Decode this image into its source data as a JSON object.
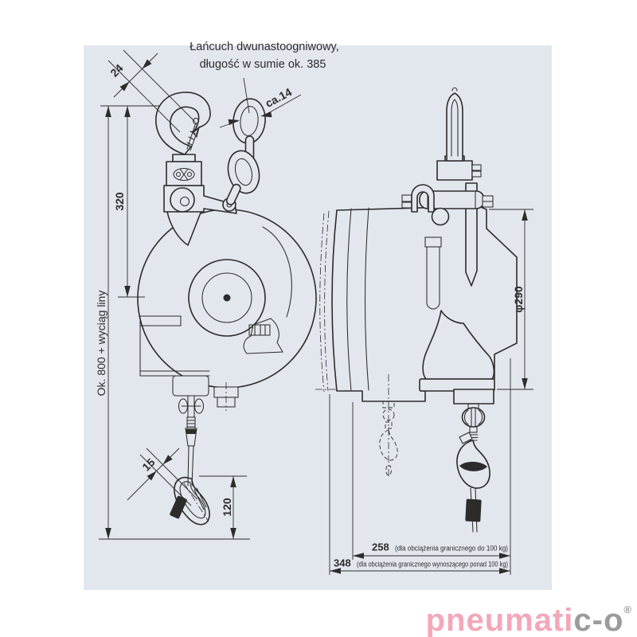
{
  "colors": {
    "page-bg": "#ffffff",
    "panel-bg": "#e2e7ee",
    "line": "#2c2c2c",
    "logo-pink": "#f4a7ba",
    "logo-gray": "#9b9b9b"
  },
  "drawing": {
    "note_line1": "Łańcuch dwunastoogniwowy,",
    "note_line2": "długość w sumie ok. 385",
    "dims": {
      "hook_shank": "24",
      "chain_link": "ca.14",
      "hook_to_axis": "320",
      "overall_drop": "Ok. 800 + wyciąg liny",
      "snap_hook_gate": "15",
      "snap_hook_height": "120",
      "drum_diameter": "φ290",
      "depth_small_value": "258",
      "depth_small_note": "(dla obciążenia granicznego do 100 kg)",
      "depth_large_value": "348",
      "depth_large_note": "(dla obciążenia granicznego wynoszącego ponad 100 kg)"
    }
  },
  "logo": {
    "part1": "pneumati",
    "part2": "c-o",
    "registered": "®"
  }
}
